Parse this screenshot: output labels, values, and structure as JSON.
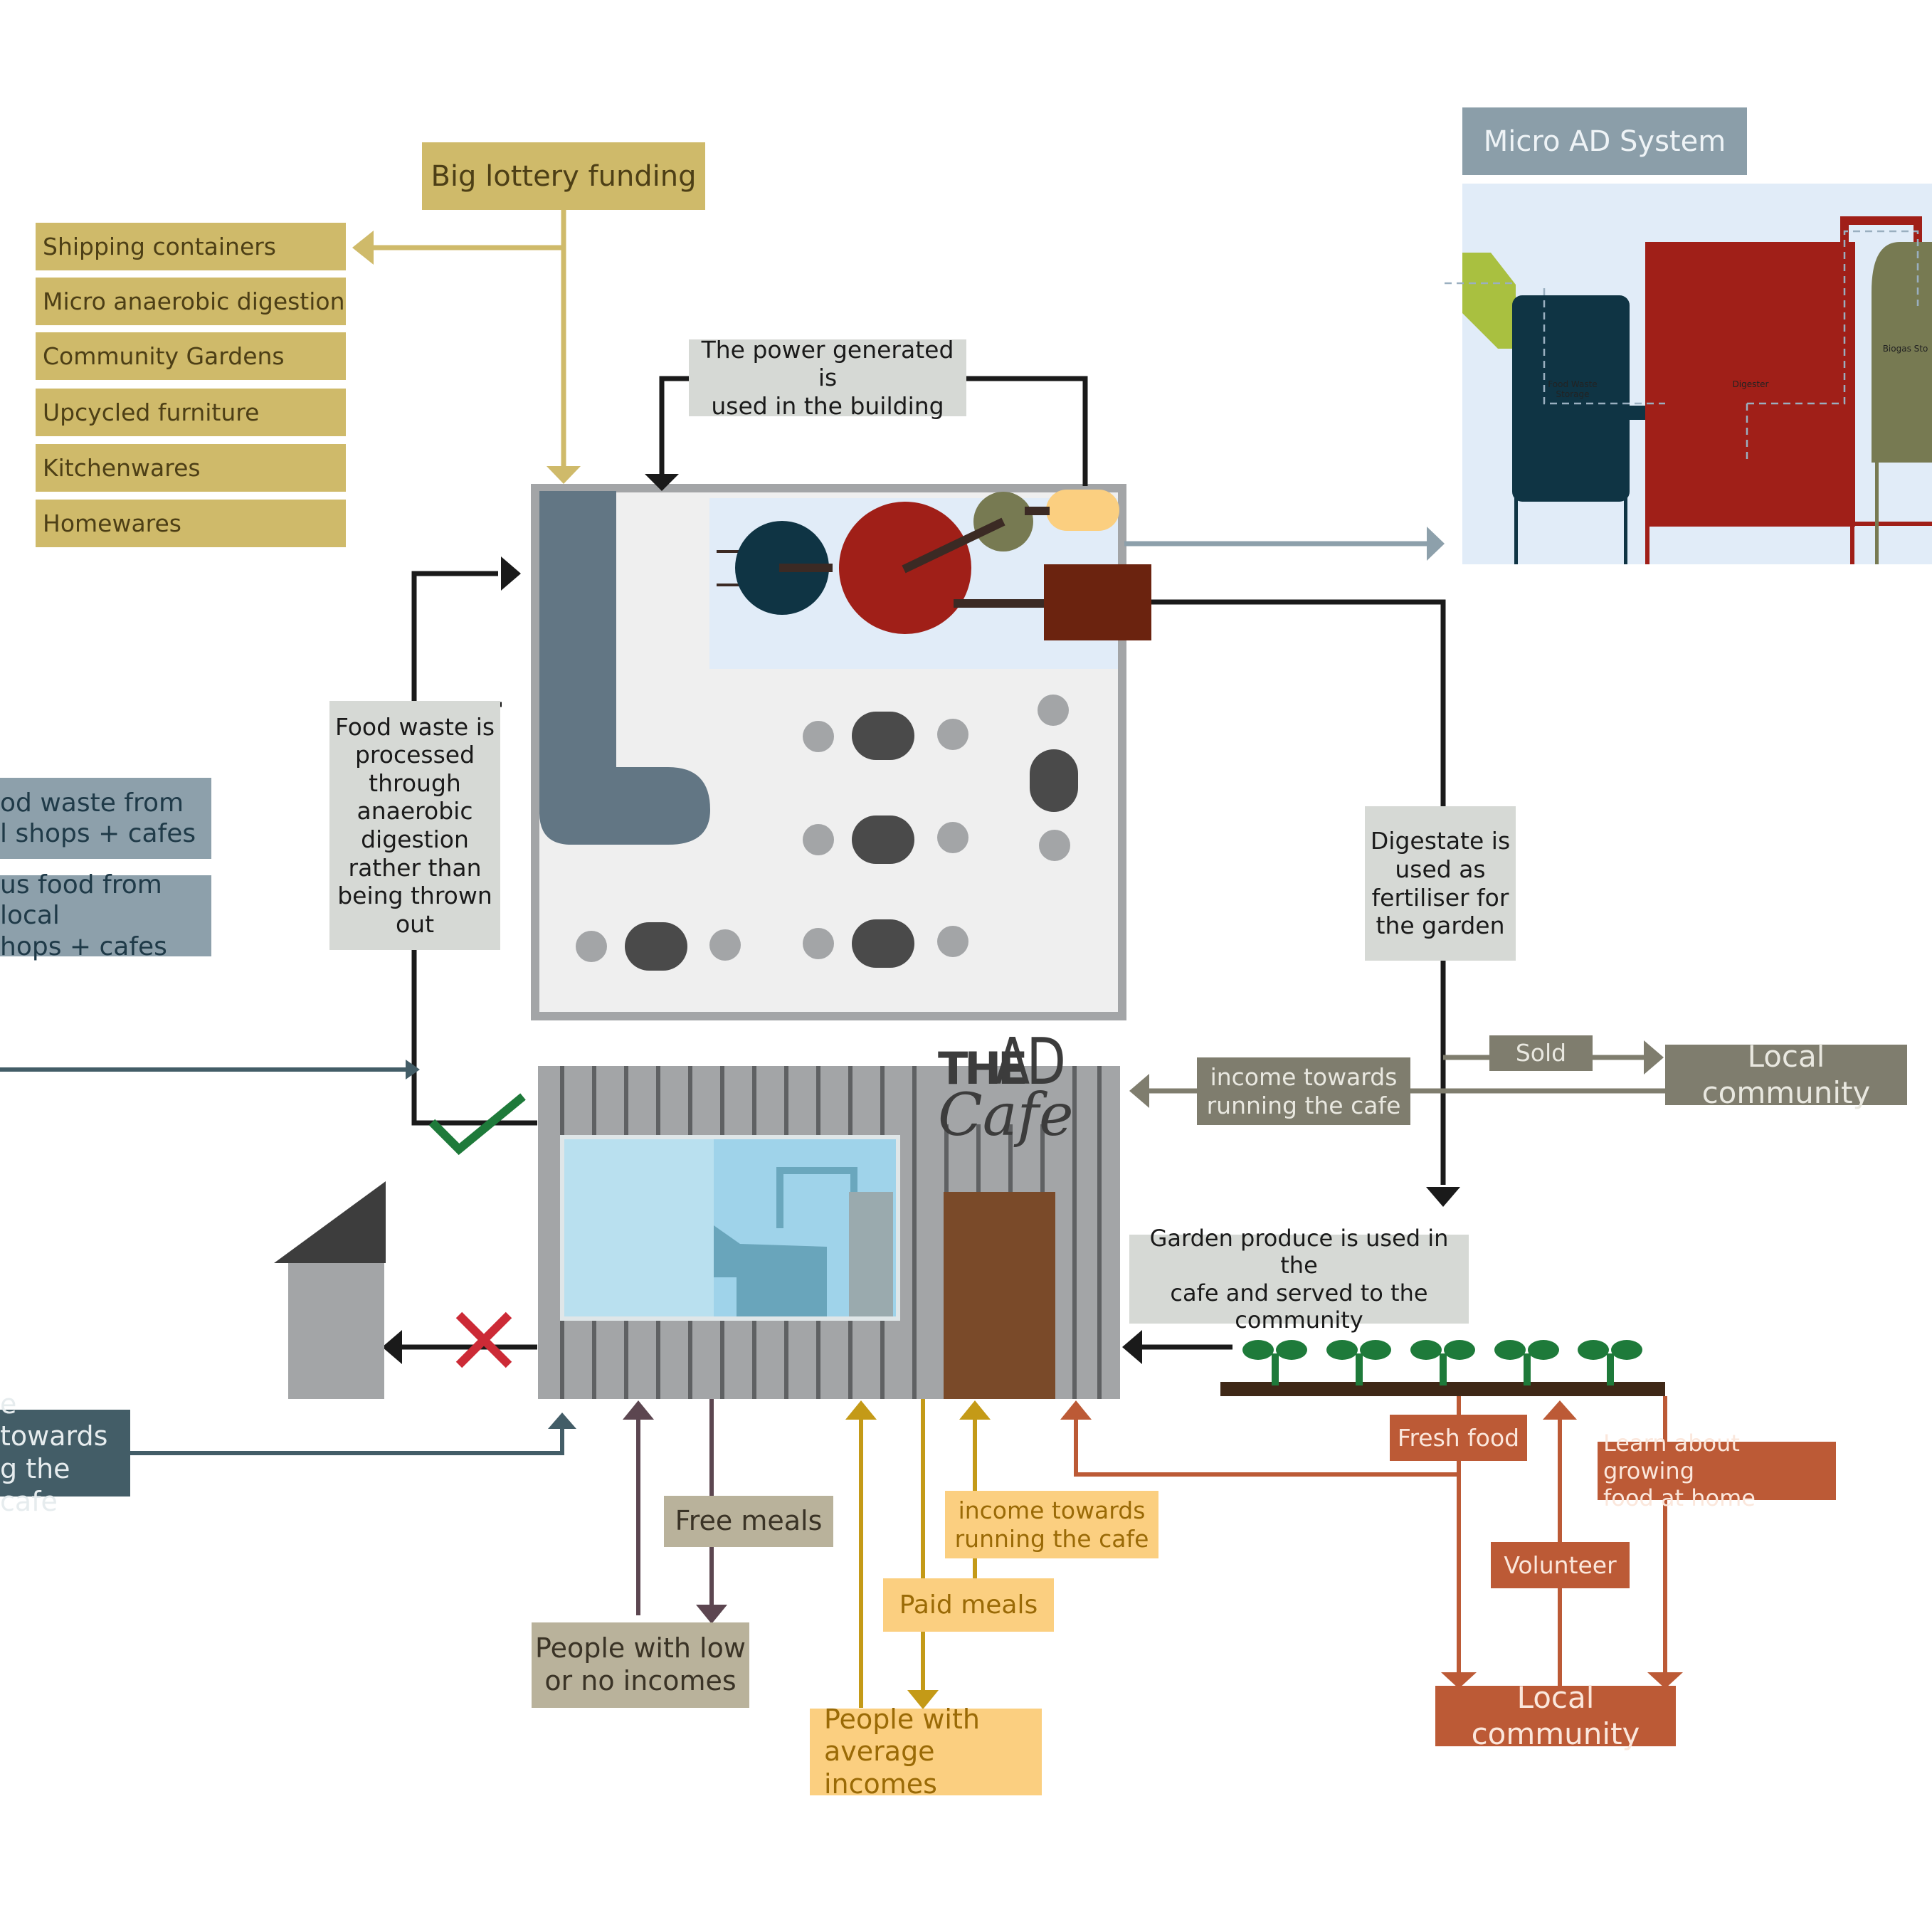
{
  "funding": {
    "title": "Big lottery funding",
    "items": [
      "Shipping containers",
      "Micro anaerobic digestion",
      "Community Gardens",
      "Upcycled furniture",
      "Kitchenwares",
      "Homewares"
    ]
  },
  "power_label": "The power generated is\nused in the building",
  "food_waste_label": "Food waste is\nprocessed\nthrough\nanaerobic\ndigestion\nrather than\nbeing thrown\nout",
  "digestate_label": "Digestate is\nused as\nfertiliser for\nthe garden",
  "micro_ad": {
    "title": "Micro AD System",
    "food_waste_storage": "Food Waste\nStorage",
    "digester": "Digester",
    "biogas_storage": "Biogas Sto"
  },
  "left_sources": {
    "food_waste": "od waste from\nl shops + cafes",
    "surplus_food": "us food from local\nhops + cafes",
    "income": "e towards\ng the cafe"
  },
  "logo": {
    "the": "THE",
    "ad": "AD",
    "cafe": "Cafe"
  },
  "sold_label": "Sold",
  "income_right_label": "income towards\nrunning the cafe",
  "local_community_right": "Local community",
  "garden_label": "Garden produce is used in the\ncafe and served to the\ncommunity",
  "free_meals": "Free meals",
  "low_income": "People with low\nor no incomes",
  "income_bottom_label": "income towards\nrunning the cafe",
  "paid_meals": "Paid meals",
  "average_income": "People with\naverage incomes",
  "fresh_food": "Fresh food",
  "learn_label": "Learn about growing\nfood at home",
  "volunteer": "Volunteer",
  "local_community_bottom": "Local community",
  "colors": {
    "gold": "#cfba6a",
    "arrow_black": "#1a1a1a",
    "gray_blue": "#8da0ab",
    "teal": "#435d67",
    "olive_gray": "#7f7d6e",
    "rust": "#bc5a36",
    "dark_yellow": "#c49a17",
    "plum": "#5c4650",
    "digester_red": "#a01f18",
    "tank_navy": "#0f3444",
    "green": "#1e7a3a",
    "cross_red": "#cc2a36"
  }
}
